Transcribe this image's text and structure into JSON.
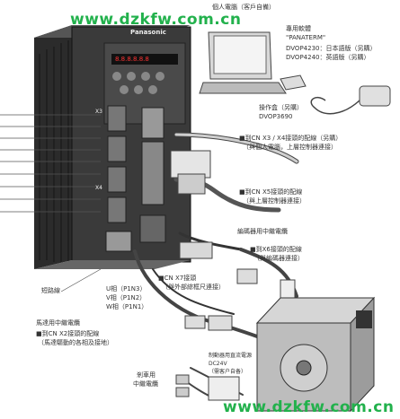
{
  "watermark": {
    "top": "www.dzkfw.com.cn",
    "bottom": "www.dzkfw.com.cn"
  },
  "labels": {
    "pc_title": "個人電腦（客戶自備）",
    "software_title": "專用軟體",
    "software_name": "\"PANATERM\"",
    "software_line1": "DVOP4230：日本語版（另購）",
    "software_line2": "DVOP4240：英語版（另購）",
    "console_title": "操作盒（另購）",
    "console_model": "DVOP3690",
    "cn_x3x4": "■到CN X3 / X4接頭的配線（另購）",
    "cn_x3x4_sub": "（與個人電腦，上層控制器連接）",
    "cn_x5": "■到CN X5接頭的配線",
    "cn_x5_sub": "（與上層控制器連接）",
    "encoder_relay": "編碼器用中繼電纜",
    "cn_x6": "■到X6接頭的配線",
    "cn_x6_sub": "（與編碼器連接）",
    "cn_x7": "■CN X7接頭",
    "cn_x7_sub": "（與外部綜框尺連接）",
    "short_wire": "短路線",
    "v_u": "U相（P1N3）",
    "v_v": "V相（P1N2）",
    "v_w": "W相（P1N1）",
    "motor_relay": "馬達用中繼電纜",
    "cn_x2": "■到CN X2接頭的配線",
    "cn_x2_sub": "（馬達驅動的各相及接地）",
    "brake_relay_1": "剎車用",
    "brake_relay_2": "中繼電纜",
    "dc_line1": "制動器用直流電源",
    "dc_line2": "DC24V",
    "dc_line3": "（需客户自备）"
  },
  "drive": {
    "brand": "Panasonic",
    "display": "8.8.8.8.8.8",
    "connector_x3": "X3",
    "connector_x4": "X4"
  }
}
